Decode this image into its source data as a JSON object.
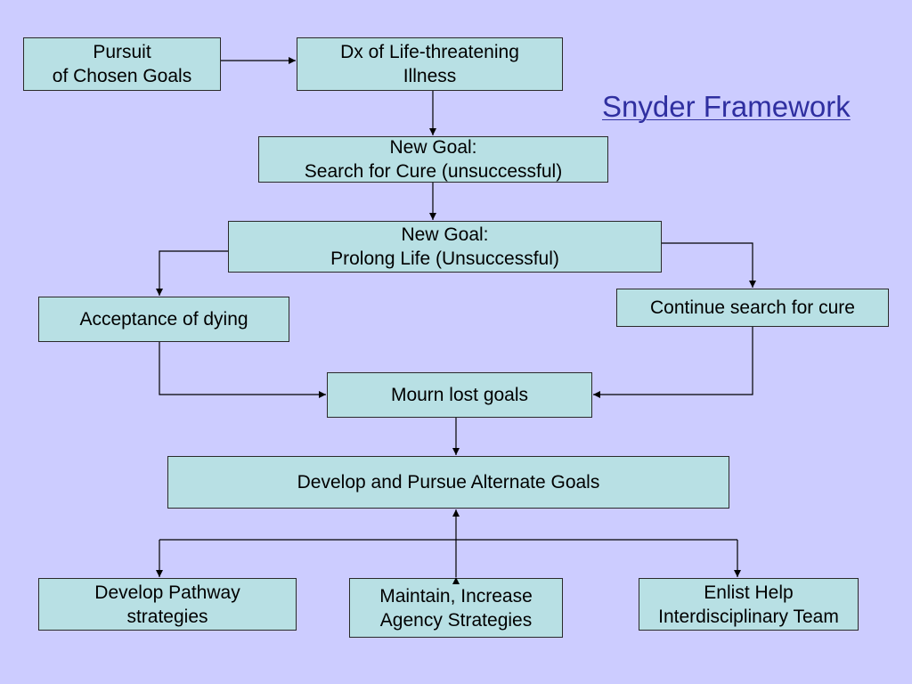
{
  "title": {
    "text": "Snyder Framework"
  },
  "nodes": {
    "pursuit": "Pursuit\nof Chosen Goals",
    "dx": "Dx of Life-threatening\nIllness",
    "search_cure": "New Goal:\nSearch for Cure (unsuccessful)",
    "prolong_life": "New Goal:\nProlong Life (Unsuccessful)",
    "acceptance": "Acceptance of dying",
    "continue_search": "Continue search for cure",
    "mourn": "Mourn lost goals",
    "alternate_goals": "Develop and Pursue Alternate Goals",
    "pathway": "Develop Pathway\nstrategies",
    "agency": "Maintain, Increase\nAgency Strategies",
    "enlist": "Enlist Help\nInterdisciplinary Team"
  },
  "colors": {
    "background": "#ccccff",
    "box_fill": "#b8e0e4",
    "title_link": "#2f2fa0",
    "line": "#000000"
  }
}
